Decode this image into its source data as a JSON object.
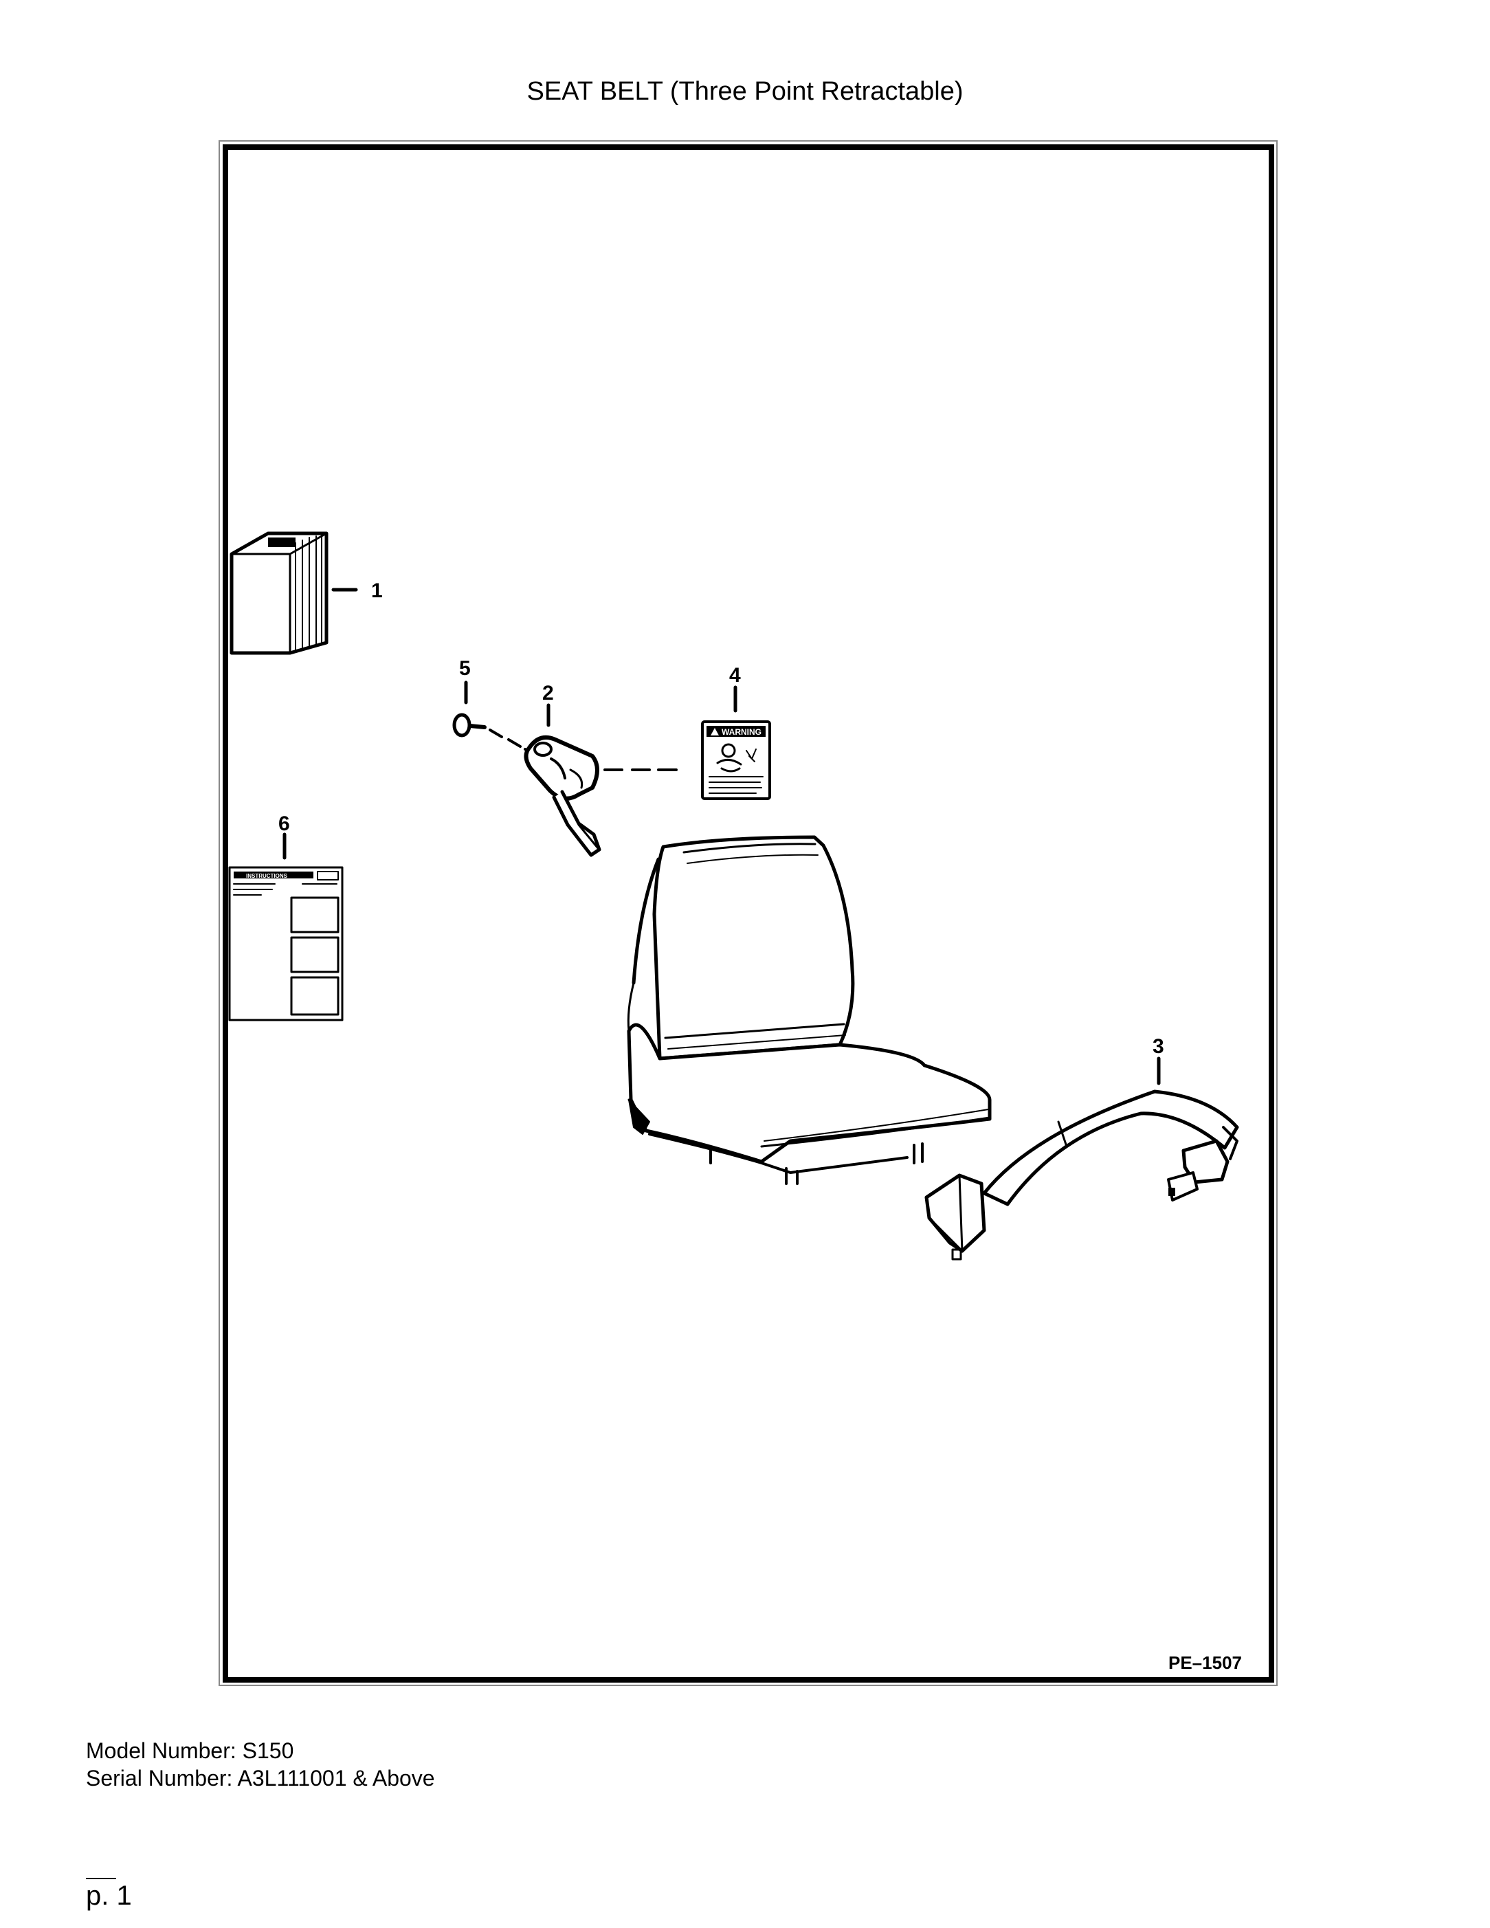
{
  "title": "SEAT BELT (Three Point Retractable)",
  "callouts": {
    "c1": "1",
    "c2": "2",
    "c3": "3",
    "c4": "4",
    "c5": "5",
    "c6": "6"
  },
  "decals": {
    "warning": "WARNING",
    "instructions": "INSTRUCTIONS"
  },
  "reference_code": "PE–1507",
  "footer": {
    "model_line": "Model Number: S150",
    "serial_line": "Serial Number: A3L111001 & Above"
  },
  "page_label": "p. 1"
}
